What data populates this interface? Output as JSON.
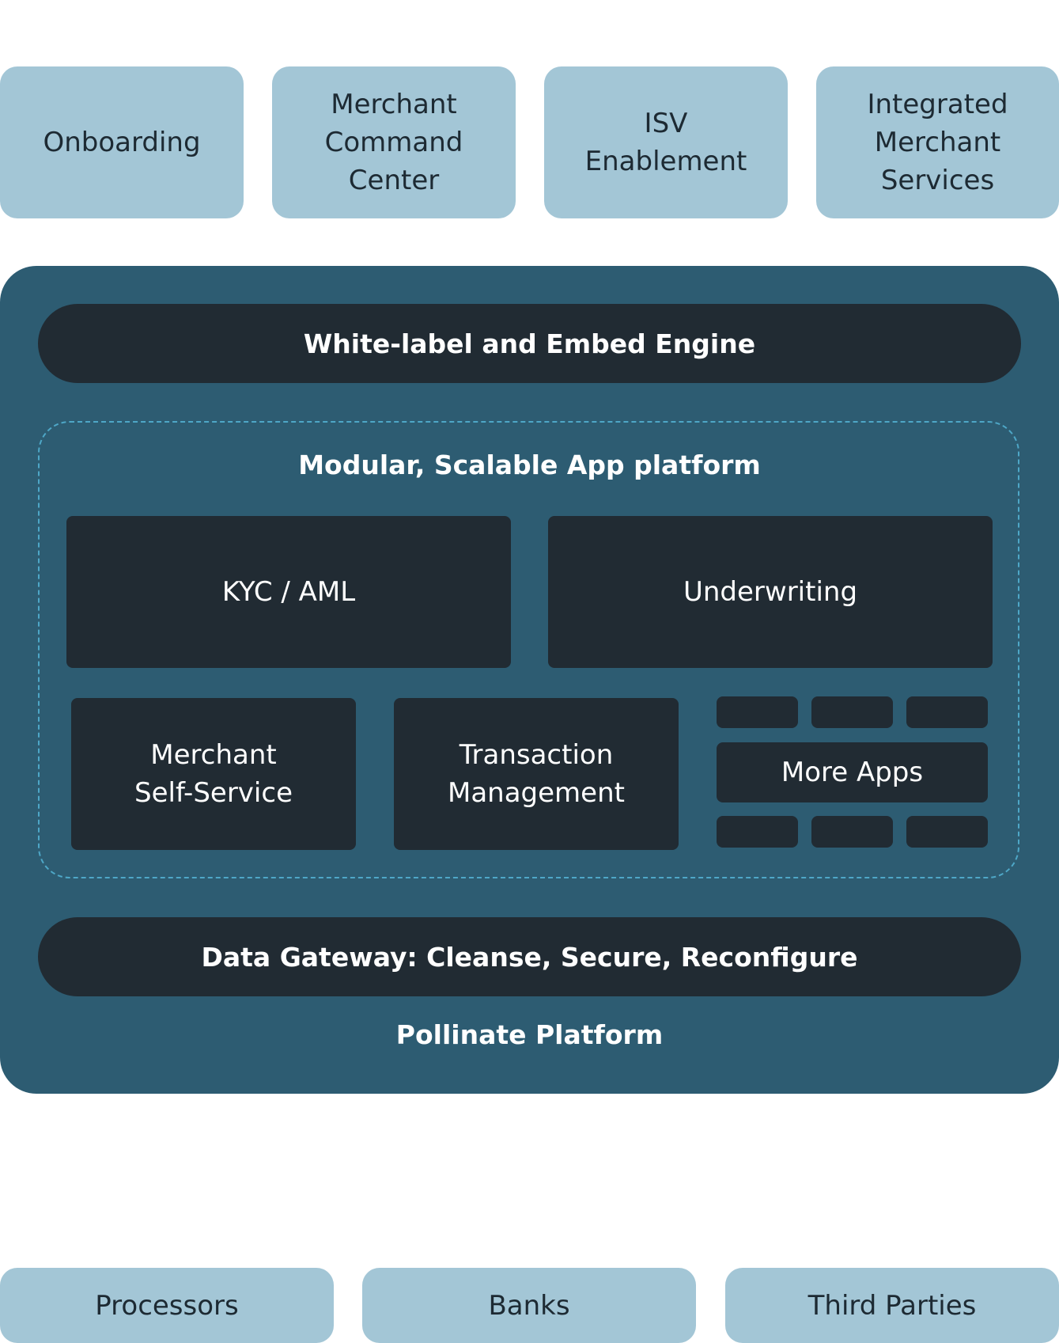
{
  "top_channels": [
    {
      "label": "Onboarding"
    },
    {
      "label": "Merchant\nCommand\nCenter"
    },
    {
      "label": "ISV\nEnablement"
    },
    {
      "label": "Integrated\nMerchant\nServices"
    }
  ],
  "platform": {
    "embed_engine": "White-label and Embed Engine",
    "app_platform": {
      "title": "Modular, Scalable App platform",
      "apps": [
        {
          "label": "KYC / AML"
        },
        {
          "label": "Underwriting"
        },
        {
          "label": "Merchant\nSelf-Service"
        },
        {
          "label": "Transaction\nManagement"
        },
        {
          "label": "More Apps"
        }
      ]
    },
    "data_gateway": "Data Gateway: Cleanse, Secure, Reconfigure",
    "name": "Pollinate Platform"
  },
  "bottom_sources": [
    {
      "label": "Processors"
    },
    {
      "label": "Banks"
    },
    {
      "label": "Third Parties"
    }
  ],
  "colors": {
    "light_box": "#a3c6d6",
    "platform_bg": "#2d5c72",
    "dark_box": "#212b33",
    "dashed_border": "#4ea7c7"
  }
}
